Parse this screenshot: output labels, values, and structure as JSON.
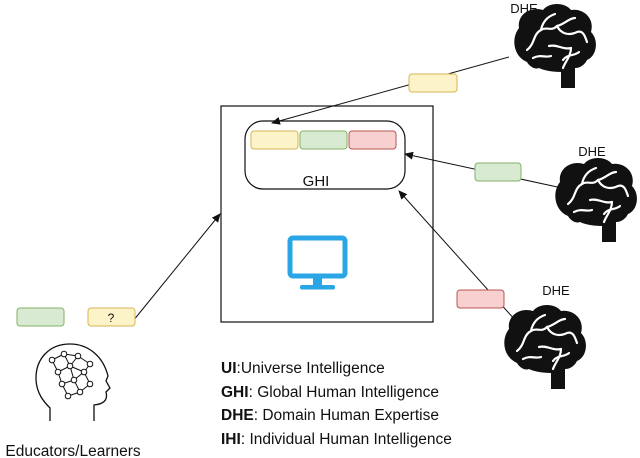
{
  "diagram": {
    "labels": {
      "dhe_top": "DHE",
      "dhe_middle": "DHE",
      "dhe_bottom": "DHE",
      "ghi": "GHI",
      "learners": "Educators/Learners",
      "question": "?"
    },
    "legend": [
      {
        "abbr": "UI",
        "sep": ":",
        "text": "Universe Intelligence"
      },
      {
        "abbr": "GHI",
        "sep": ": ",
        "text": "Global Human Intelligence"
      },
      {
        "abbr": "DHE",
        "sep": ": ",
        "text": "Domain Human Expertise"
      },
      {
        "abbr": "IHI",
        "sep": ": ",
        "text": "Individual Human Intelligence"
      }
    ],
    "colors": {
      "yellow_fill": "#fdf3c8",
      "yellow_stroke": "#d6b656",
      "green_fill": "#d9ead3",
      "green_stroke": "#82b366",
      "red_fill": "#f8d0d0",
      "red_stroke": "#b85450",
      "monitor": "#2aa6e6",
      "ink": "#111111"
    },
    "icons": {
      "brain": "brain-icon",
      "head": "human-head-network-icon",
      "monitor": "computer-monitor-icon"
    }
  }
}
